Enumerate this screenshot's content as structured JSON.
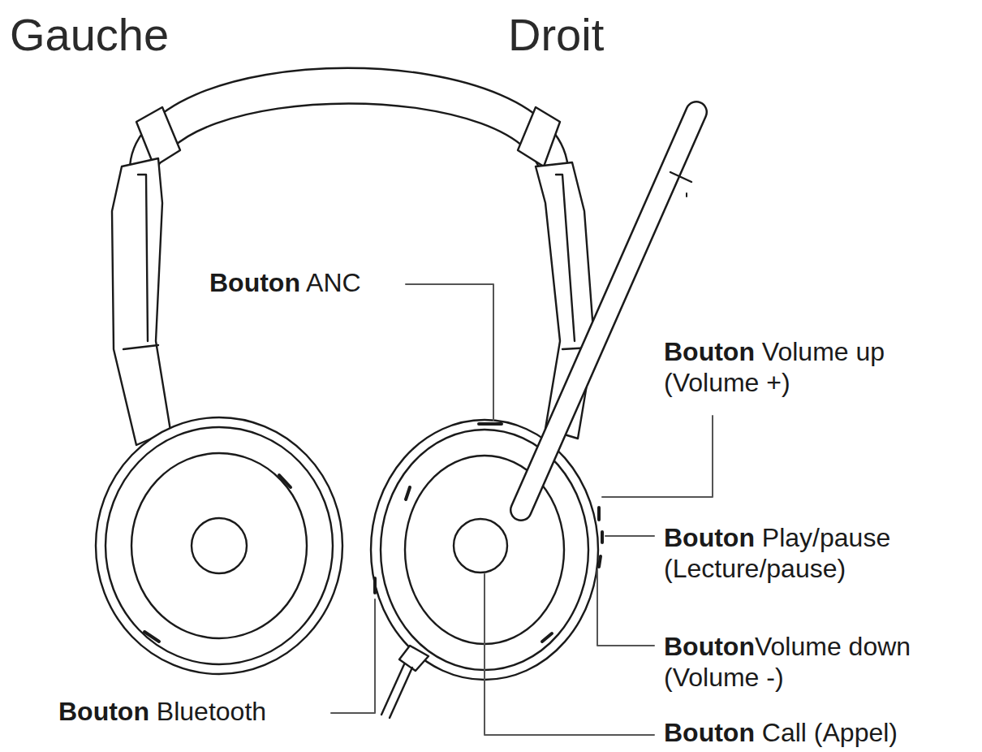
{
  "diagram": {
    "labels": [
      "Gauche",
      "Droit",
      "Bouton ANC",
      "Bouton Volume up (Volume +)",
      "Bouton Play/pause (Lecture/pause)",
      "BoutonVolume down (Volume -)",
      "Bouton Call (Appel)",
      "Bouton Bluetooth"
    ]
  }
}
